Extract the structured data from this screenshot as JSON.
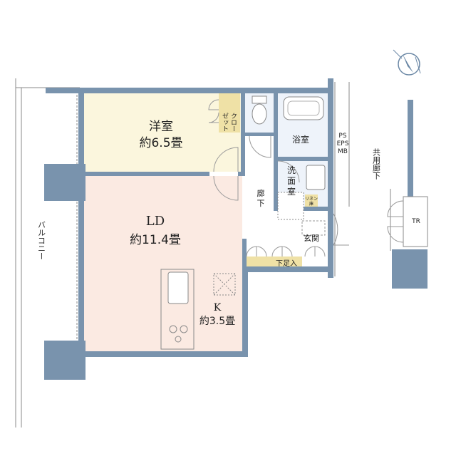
{
  "plan": {
    "rooms": {
      "western": {
        "name": "洋室",
        "size": "約6.5畳"
      },
      "ld": {
        "name": "LD",
        "size": "約11.4畳"
      },
      "kitchen": {
        "name": "K",
        "size": "約3.5畳"
      },
      "closet": {
        "line1": "クロー",
        "line2": "ゼット"
      },
      "bath": {
        "name": "浴室"
      },
      "washroom": {
        "line1": "洗",
        "line2": "面",
        "line3": "室"
      },
      "hallway": {
        "line1": "廊",
        "line2": "下"
      },
      "linen": {
        "line1": "リネン",
        "line2": "庫"
      },
      "entrance": {
        "name": "玄関"
      },
      "shoe": {
        "name": "下足入"
      },
      "balcony": {
        "name": "バルコニー"
      },
      "common_corridor": {
        "name": "共用廊下"
      },
      "ps": {
        "line1": "PS",
        "line2": "EPS",
        "line3": "MB"
      },
      "tr": {
        "name": "TR"
      }
    },
    "colors": {
      "wall": "#7993ad",
      "western_floor": "#fbf6dd",
      "ld_floor": "#fbeae2",
      "wet_floor": "#eef3fa",
      "closet_floor": "#efe1a6"
    },
    "icons": {
      "compass": "north-arrow-icon"
    }
  }
}
